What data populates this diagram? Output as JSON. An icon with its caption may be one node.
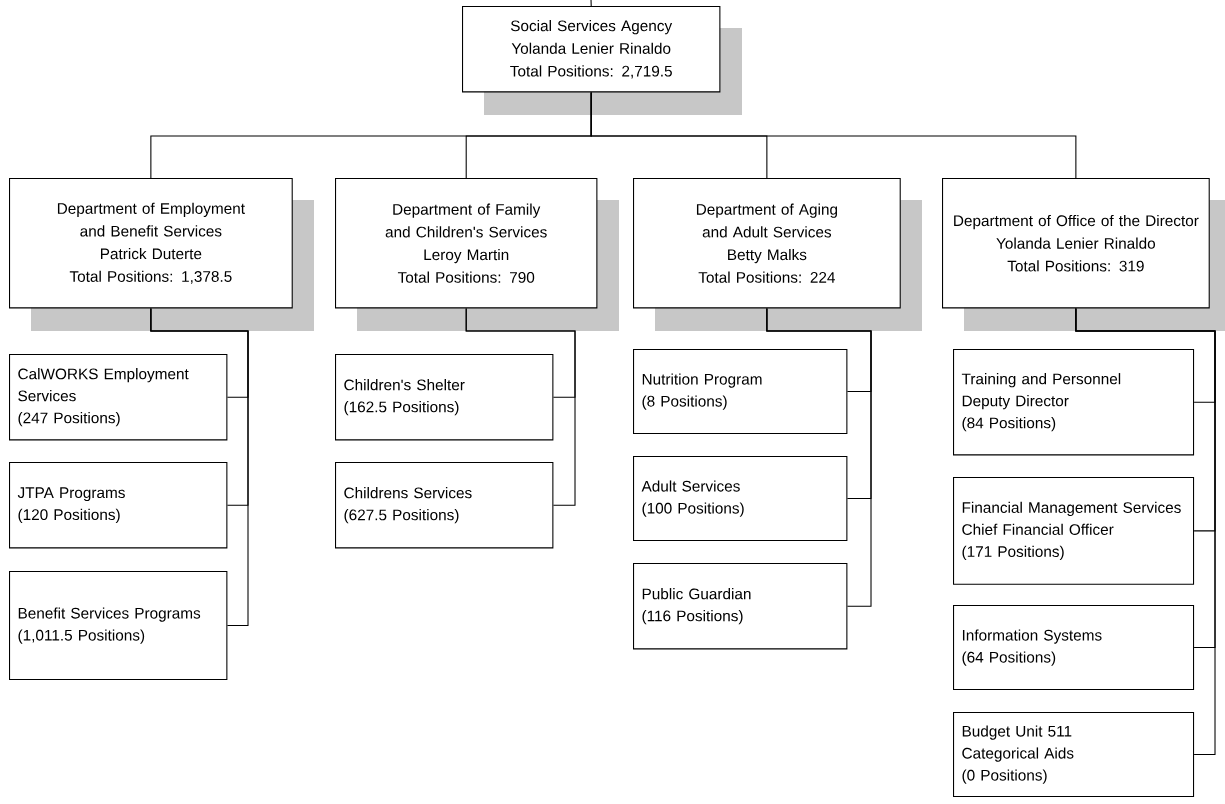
{
  "diagram": {
    "nodes": [
      {
        "text": [
          "Social Services Agency",
          "Yolanda Lenier Rinaldo",
          "Total Positions: 2,719.5"
        ]
      },
      {
        "text": [
          "Department of Employment and Benefit Services",
          "Patrick Duterte",
          "Total Positions: 1,378.5"
        ]
      },
      {
        "text": [
          "Department of Family and Children's Services",
          "Leroy Martin",
          "Total Positions: 790"
        ]
      },
      {
        "text": [
          "Department of Aging and Adult Services",
          "Betty Malks",
          "Total Positions: 224"
        ]
      },
      {
        "text": [
          "Department of Office of the Director",
          "Yolanda Lenier Rinaldo",
          "Total Positions: 319"
        ]
      },
      {
        "text": [
          "CalWORKS Employment Services",
          "(247 Positions)"
        ]
      },
      {
        "text": [
          "JTPA Programs",
          "(120 Positions)"
        ]
      },
      {
        "text": [
          "Benefit Services Programs",
          "(1,011.5 Positions)"
        ]
      },
      {
        "text": [
          "Children's Shelter",
          "(162.5 Positions)"
        ]
      },
      {
        "text": [
          "Childrens Services",
          "(627.5 Positions)"
        ]
      },
      {
        "text": [
          "Nutrition Program",
          "(8 Positions)"
        ]
      },
      {
        "text": [
          "Adult Services",
          "(100 Positions)"
        ]
      },
      {
        "text": [
          "Public Guardian",
          "(116 Positions)"
        ]
      },
      {
        "text": [
          "Training and Personnel",
          "Deputy Director",
          "(84 Positions)"
        ]
      },
      {
        "text": [
          "Financial Management Services",
          "Chief Financial Officer",
          "(171 Positions)"
        ]
      },
      {
        "text": [
          "Information Systems",
          "(64 Positions)"
        ]
      },
      {
        "text": [
          "Budget Unit 511",
          "Categorical Aids",
          "(0 Positions)"
        ]
      }
    ],
    "edges": [
      {
        "from": null,
        "to": 0,
        "arrow": "none"
      },
      {
        "from": 0,
        "to": 1,
        "arrow": "none"
      },
      {
        "from": 0,
        "to": 2,
        "arrow": "none"
      },
      {
        "from": 0,
        "to": 3,
        "arrow": "none"
      },
      {
        "from": 0,
        "to": 4,
        "arrow": "none"
      },
      {
        "from": 1,
        "to": 5,
        "arrow": "none"
      },
      {
        "from": 1,
        "to": 6,
        "arrow": "none"
      },
      {
        "from": 1,
        "to": 7,
        "arrow": "none"
      },
      {
        "from": 2,
        "to": 8,
        "arrow": "none"
      },
      {
        "from": 2,
        "to": 9,
        "arrow": "none"
      },
      {
        "from": 3,
        "to": 10,
        "arrow": "none"
      },
      {
        "from": 3,
        "to": 11,
        "arrow": "none"
      },
      {
        "from": 3,
        "to": 12,
        "arrow": "none"
      },
      {
        "from": 4,
        "to": 13,
        "arrow": "none"
      },
      {
        "from": 4,
        "to": 14,
        "arrow": "none"
      },
      {
        "from": 4,
        "to": 15,
        "arrow": "none"
      },
      {
        "from": 4,
        "to": 16,
        "arrow": "none"
      }
    ]
  }
}
